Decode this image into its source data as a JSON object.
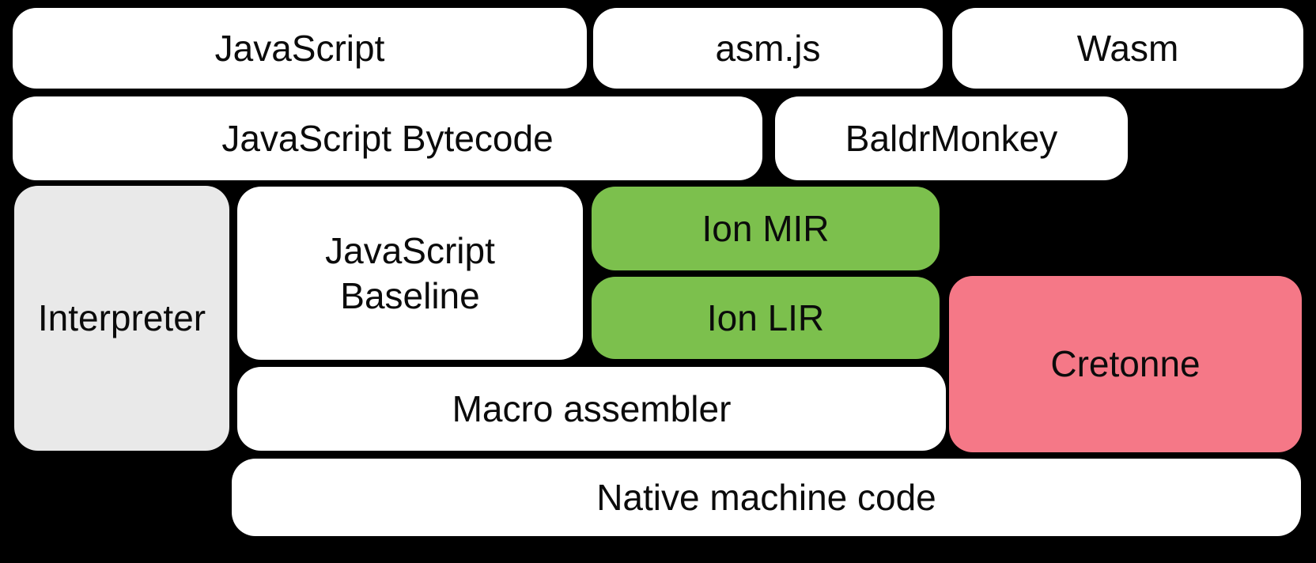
{
  "diagram": {
    "colors": {
      "background": "#000000",
      "text": "#0B0B0B",
      "default_box": "#FFFFFF",
      "interpreter_box": "#E9E9E9",
      "ion_box": "#7CC04D",
      "cretonne_box": "#F57887"
    },
    "nodes": [
      {
        "id": "javascript",
        "label": "JavaScript",
        "fill": "#FFFFFF"
      },
      {
        "id": "asmjs",
        "label": "asm.js",
        "fill": "#FFFFFF"
      },
      {
        "id": "wasm",
        "label": "Wasm",
        "fill": "#FFFFFF"
      },
      {
        "id": "bytecode",
        "label": "JavaScript Bytecode",
        "fill": "#FFFFFF"
      },
      {
        "id": "baldrmonkey",
        "label": "BaldrMonkey",
        "fill": "#FFFFFF"
      },
      {
        "id": "interpreter",
        "label": "Interpreter",
        "fill": "#E9E9E9"
      },
      {
        "id": "baseline",
        "label": "JavaScript\nBaseline",
        "fill": "#FFFFFF"
      },
      {
        "id": "ion-mir",
        "label": "Ion MIR",
        "fill": "#7CC04D"
      },
      {
        "id": "ion-lir",
        "label": "Ion LIR",
        "fill": "#7CC04D"
      },
      {
        "id": "cretonne",
        "label": "Cretonne",
        "fill": "#F57887"
      },
      {
        "id": "macro-assembler",
        "label": "Macro assembler",
        "fill": "#FFFFFF"
      },
      {
        "id": "native-code",
        "label": "Native machine code",
        "fill": "#FFFFFF"
      }
    ]
  }
}
